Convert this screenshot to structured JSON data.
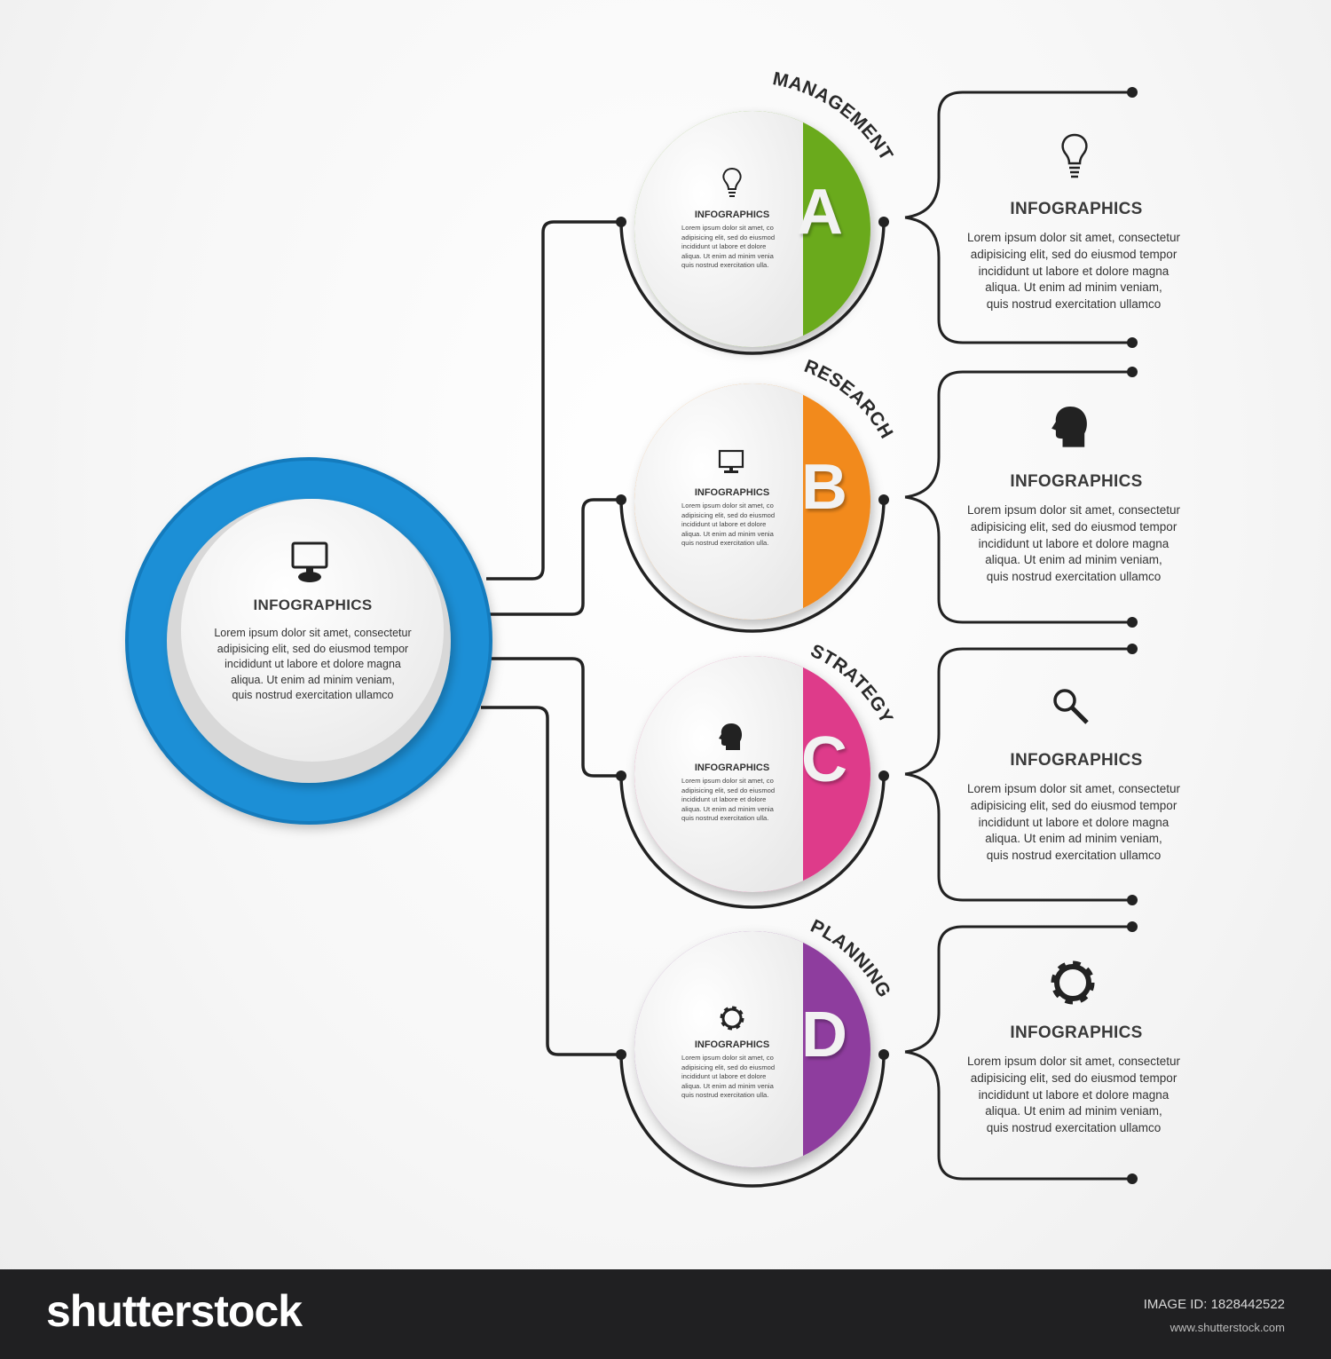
{
  "center": {
    "title": "INFOGRAPHICS",
    "body": "Lorem ipsum dolor sit amet, consectetur\nadipisicing elit, sed do eiusmod tempor\nincididunt ut labore et dolore magna\naliqua. Ut enim ad minim veniam,\nquis nostrud exercitation ullamco",
    "icon": "monitor-icon",
    "color": "#1f8fd6"
  },
  "steps": [
    {
      "letter": "A",
      "label": "MANAGEMENT",
      "color": "#6aaa1e",
      "icon": "lightbulb-icon",
      "title": "INFOGRAPHICS",
      "body": "Lorem ipsum dolor sit amet, co\nadipisicing elit, sed do eiusmod\nincididunt ut labore et dolore\naliqua. Ut enim ad minim venia\nquis nostrud exercitation ulla.",
      "detail_icon": "lightbulb-icon",
      "detail_title": "INFOGRAPHICS",
      "detail_body": "Lorem ipsum dolor sit amet, consectetur\nadipisicing elit, sed do eiusmod tempor\nincididunt ut labore et dolore magna\naliqua. Ut enim ad minim veniam,\nquis nostrud exercitation ullamco"
    },
    {
      "letter": "B",
      "label": "RESEARCH",
      "color": "#f28a1e",
      "icon": "monitor-icon",
      "title": "INFOGRAPHICS",
      "body": "Lorem ipsum dolor sit amet, co\nadipisicing elit, sed do eiusmod\nincididunt ut labore et dolore\naliqua. Ut enim ad minim venia\nquis nostrud exercitation ulla.",
      "detail_icon": "head-profile-icon",
      "detail_title": "INFOGRAPHICS",
      "detail_body": "Lorem ipsum dolor sit amet, consectetur\nadipisicing elit, sed do eiusmod tempor\nincididunt ut labore et dolore magna\naliqua. Ut enim ad minim veniam,\nquis nostrud exercitation ullamco"
    },
    {
      "letter": "C",
      "label": "STRATEGY",
      "color": "#de3b8a",
      "icon": "head-profile-icon",
      "title": "INFOGRAPHICS",
      "body": "Lorem ipsum dolor sit amet, co\nadipisicing elit, sed do eiusmod\nincididunt ut labore et dolore\naliqua. Ut enim ad minim venia\nquis nostrud exercitation ulla.",
      "detail_icon": "magnifier-icon",
      "detail_title": "INFOGRAPHICS",
      "detail_body": "Lorem ipsum dolor sit amet, consectetur\nadipisicing elit, sed do eiusmod tempor\nincididunt ut labore et dolore magna\naliqua. Ut enim ad minim veniam,\nquis nostrud exercitation ullamco"
    },
    {
      "letter": "D",
      "label": "PLANNING",
      "color": "#8e3e9e",
      "icon": "gear-icon",
      "title": "INFOGRAPHICS",
      "body": "Lorem ipsum dolor sit amet, co\nadipisicing elit, sed do eiusmod\nincididunt ut labore et dolore\naliqua. Ut enim ad minim venia\nquis nostrud exercitation ulla.",
      "detail_icon": "gear-icon",
      "detail_title": "INFOGRAPHICS",
      "detail_body": "Lorem ipsum dolor sit amet, consectetur\nadipisicing elit, sed do eiusmod tempor\nincididunt ut labore et dolore magna\naliqua. Ut enim ad minim veniam,\nquis nostrud exercitation ullamco"
    }
  ],
  "footer": {
    "logo": "shutterstock",
    "image_id": "IMAGE ID: 1828442522",
    "url": "www.shutterstock.com"
  }
}
